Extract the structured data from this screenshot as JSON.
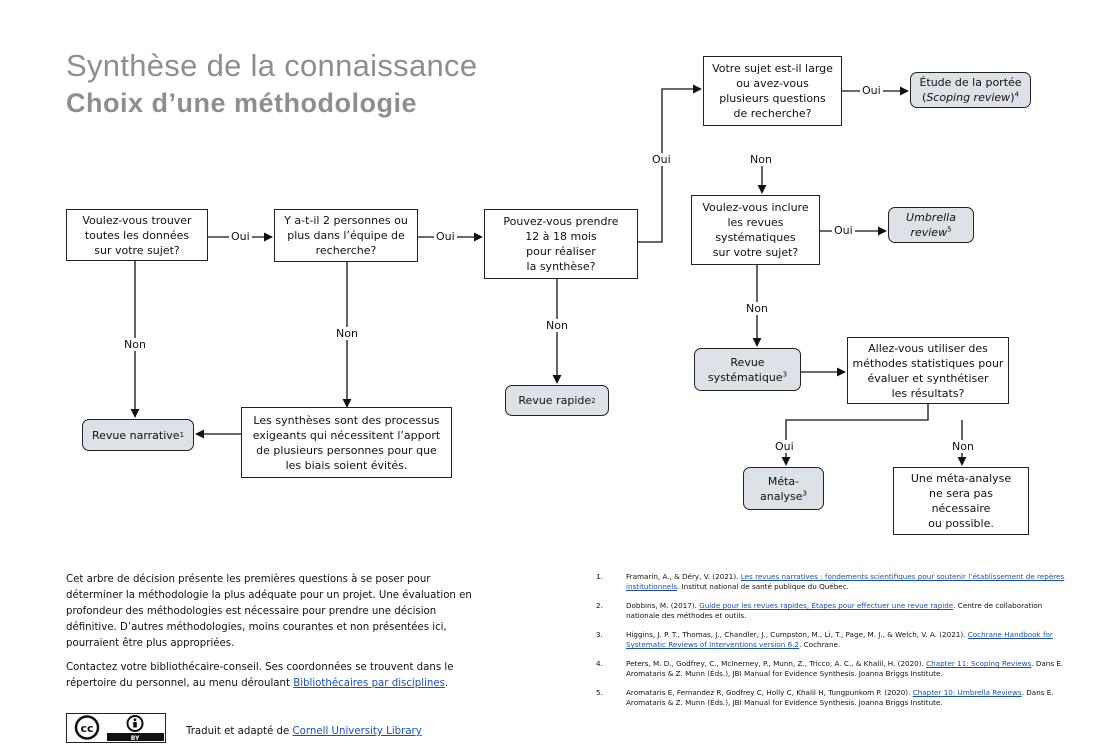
{
  "title": {
    "line1": "Synthèse de la connaissance",
    "line2": "Choix d’une méthodologie"
  },
  "nodes": {
    "q_donnees": "Voulez-vous trouver\ntoutes les données\nsur votre sujet?",
    "q_equipe": "Y a-t-il 2 personnes ou\nplus dans l’équipe de\nrecherche?",
    "q_temps": "Pouvez-vous prendre\n12 à 18 mois\npour réaliser\nla synthèse?",
    "q_large": "Votre sujet est-il large\nou avez-vous\nplusieurs questions\nde recherche?",
    "q_revues": "Voulez-vous inclure\nles revues\nsystématiques\nsur votre sujet?",
    "q_stats": "Allez-vous utiliser des\nméthodes statistiques pour\névaluer et synthétiser\nles résultats?",
    "n_synth": "Les synthèses sont des processus\nexigeants qui nécessitent l’apport\nde plusieurs personnes pour que\nles biais soient évités.",
    "n_meta_non": "Une méta-analyse\nne sera pas\nnécessaire\nou possible.",
    "r_narrative": "Revue narrative",
    "r_narrative_sup": "1",
    "r_rapide": "Revue rapide",
    "r_rapide_sup": "2",
    "r_scoping_line1": "Étude de la portée",
    "r_scoping_line2": "Scoping review",
    "r_scoping_sup": "4",
    "r_umbrella_line1": "Umbrella",
    "r_umbrella_line2": "review",
    "r_umbrella_sup": "5",
    "r_systematique_line1": "Revue",
    "r_systematique_line2": "systématique",
    "r_systematique_sup": "3",
    "r_meta_line1": "Méta-",
    "r_meta_line2": "analyse",
    "r_meta_sup": "3"
  },
  "labels": {
    "oui": "Oui",
    "non": "Non"
  },
  "intro": {
    "p1": "Cet arbre de décision présente les premières questions à se poser pour déterminer la méthodologie la plus adéquate pour un projet. Une évaluation en profondeur des méthodologies est nécessaire pour prendre une décision définitive. D’autres méthodologies, moins courantes et non présentées ici, pourraient être plus appropriées.",
    "p2_text": "Contactez votre bibliothécaire-conseil. Ses coordonnées se trouvent dans le répertoire du personnel, au menu déroulant ",
    "p2_link": "Bibliothécaires par disciplines",
    "p2_end": "."
  },
  "references": [
    {
      "num": "1.",
      "pre": "Framarin, A., & Déry, V. (2021). ",
      "link": "Les revues narratives : fondements scientifiques pour soutenir l’établissement de repères institutionnels",
      "post": ". Institut national de santé publique du Québec."
    },
    {
      "num": "2.",
      "pre": "Dobbins, M. (2017). ",
      "link": "Guide pour les revues rapides, Étapes pour effectuer une revue rapide",
      "post": ". Centre de collaboration nationale des méthodes et outils."
    },
    {
      "num": "3.",
      "pre": "Higgins, J. P. T., Thomas, J., Chandler, J., Cumpston, M., Li, T., Page, M. J., & Welch, V. A. (2021). ",
      "link": "Cochrane Handbook for Systematic Reviews of Interventions version 6.2",
      "post": ". Cochrane."
    },
    {
      "num": "4.",
      "pre": "Peters, M. D., Godfrey, C., McInerney, P., Munn, Z., Tricco, A. C., & Khalil, H. (2020). ",
      "link": "Chapter 11: Scoping Reviews",
      "post": ". Dans E. Aromataris & Z. Munn (Éds.), JBI Manual for Evidence Synthesis. Joanna Briggs Institute."
    },
    {
      "num": "5.",
      "pre": "Aromataris E, Fernandez R, Godfrey C, Holly C, Khalil H, Tungpunkom P. (2020). ",
      "link": "Chapter 10: Umbrella Reviews",
      "post": ". Dans E. Aromataris & Z. Munn (Éds.), JBI Manual for Evidence Synthesis. Joanna Briggs Institute."
    }
  ],
  "license": {
    "cc": "cc",
    "by": "BY"
  },
  "credit": {
    "text": "Traduit et adapté de ",
    "link": "Cornell University Library"
  }
}
